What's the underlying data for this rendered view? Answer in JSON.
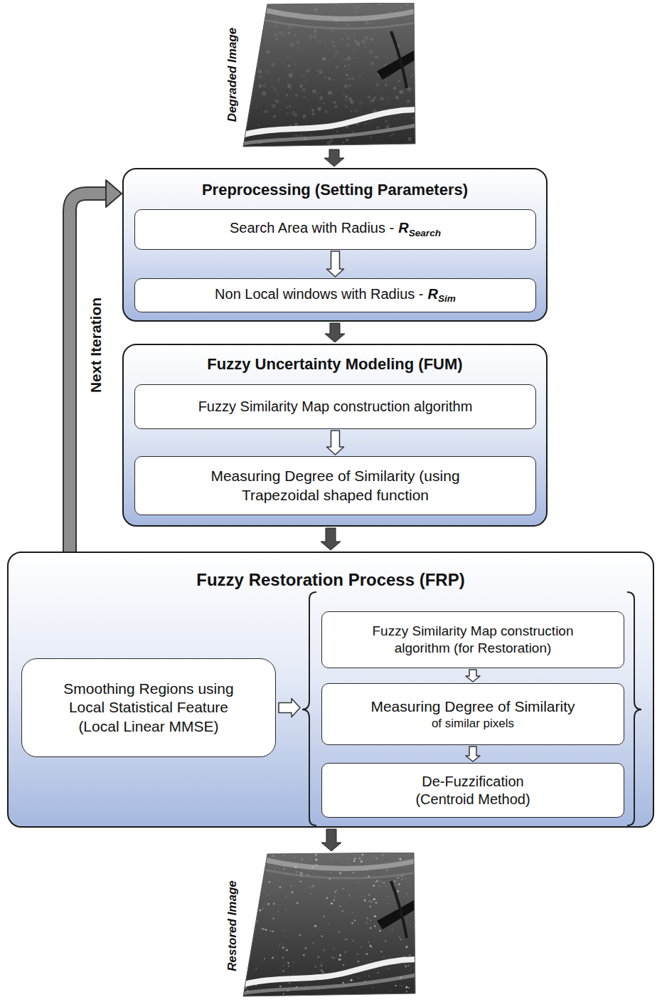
{
  "diagram": {
    "nodes": [
      {
        "text": [
          "Degraded Image"
        ]
      },
      {
        "text": [
          "Preprocessing (Setting Parameters)"
        ]
      },
      {
        "text": [
          "Search Area with Radius -",
          "R",
          "Search"
        ],
        "in": 1
      },
      {
        "text": [
          "Non Local windows with Radius -",
          "R",
          "Sim"
        ],
        "in": 1
      },
      {
        "text": [
          "Fuzzy Uncertainty Modeling (FUM)"
        ]
      },
      {
        "text": [
          "Fuzzy Similarity Map construction algorithm"
        ],
        "in": 4
      },
      {
        "text": [
          "Measuring Degree of Similarity (using Trapezoidal shaped function"
        ],
        "in": 4
      },
      {
        "text": [
          "Fuzzy Restoration Process (FRP)"
        ]
      },
      {
        "text": [
          "Smoothing Regions using Local Statistical Feature (Local Linear MMSE)"
        ],
        "in": 7
      },
      {
        "text": [
          "Fuzzy Similarity Map construction algorithm (for Restoration)"
        ],
        "in": 7
      },
      {
        "text": [
          "Measuring Degree of Similarity",
          "of similar pixels"
        ],
        "in": 7
      },
      {
        "text": [
          "De-Fuzzification (Centroid Method)"
        ],
        "in": 7
      },
      {
        "text": [
          "Restored Image"
        ]
      }
    ],
    "edges": [
      {
        "from": 0,
        "to": 1,
        "arrow": "to"
      },
      {
        "from": 2,
        "to": 3,
        "arrow": "to"
      },
      {
        "from": 1,
        "to": 4,
        "arrow": "to"
      },
      {
        "from": 5,
        "to": 6,
        "arrow": "to"
      },
      {
        "from": 4,
        "to": 7,
        "arrow": "to"
      },
      {
        "from": 8,
        "to": 10,
        "arrow": "to"
      },
      {
        "from": 9,
        "to": 10,
        "arrow": "to"
      },
      {
        "from": 10,
        "to": 11,
        "arrow": "to"
      },
      {
        "from": 7,
        "to": 12,
        "arrow": "to"
      },
      {
        "from": 7,
        "to": 1,
        "label": "Next Iteration",
        "arrow": "to"
      }
    ]
  }
}
